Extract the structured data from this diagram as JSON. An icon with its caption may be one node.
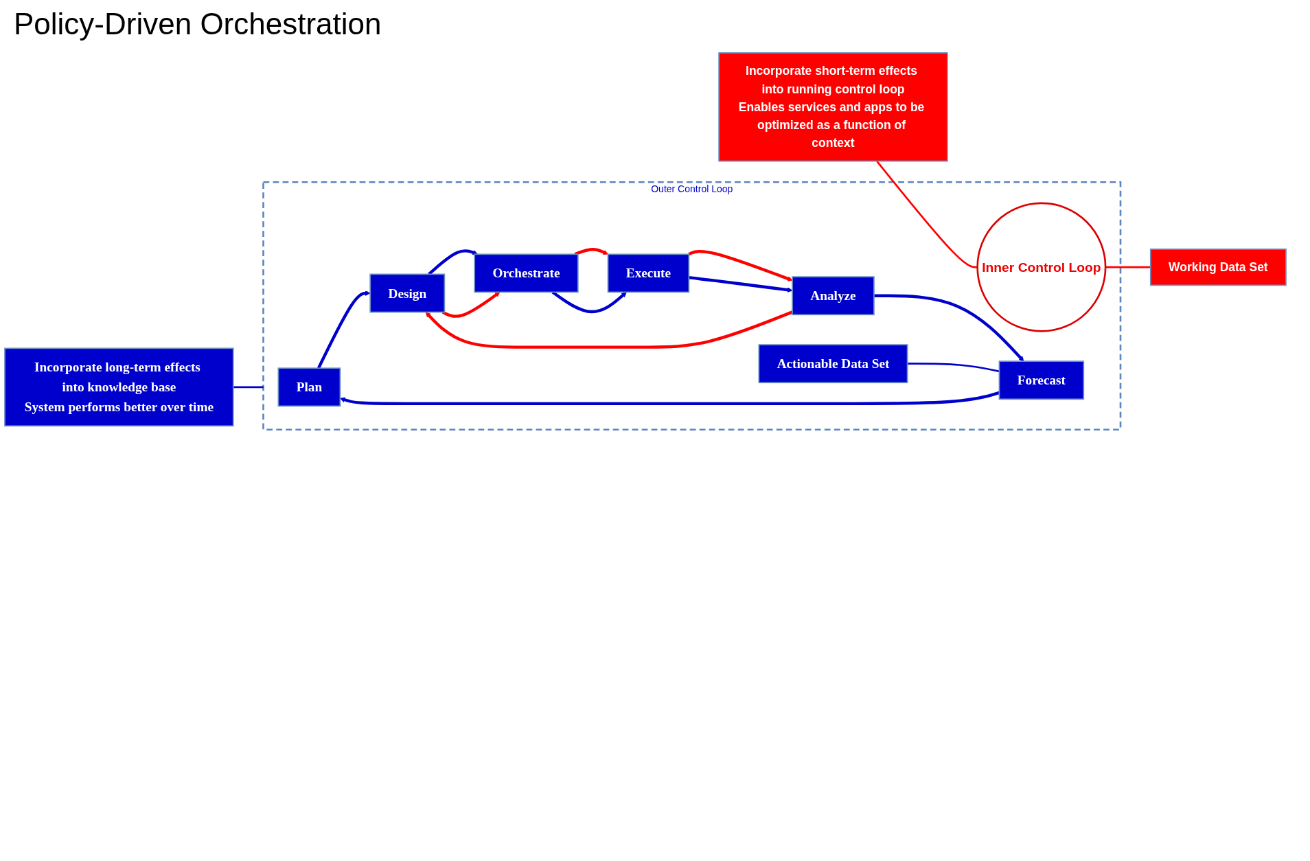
{
  "diagram": {
    "title": "Policy-Driven Orchestration",
    "nodes": [
      {
        "text": [
          "Outer Control Loop"
        ]
      },
      {
        "text": [
          "Plan"
        ],
        "in": 0
      },
      {
        "text": [
          "Design"
        ],
        "in": 0
      },
      {
        "text": [
          "Orchestrate"
        ],
        "in": 0
      },
      {
        "text": [
          "Actionable Data Set"
        ],
        "in": 0
      },
      {
        "text": [
          "Inner Control Loop"
        ],
        "in": 0
      },
      {
        "text": [
          "Forecast"
        ],
        "in": 0
      },
      {
        "text": [
          "Analyze"
        ],
        "in": 0
      },
      {
        "text": [
          "Execute"
        ],
        "in": 0
      },
      {
        "text": [
          "Incorporate long-term effects into knowledge base",
          "System performs better over time"
        ]
      },
      {
        "text": [
          "Working Data Set"
        ]
      },
      {
        "text": [
          "Incorporate short-term effects into running control loop",
          "Enables services and apps to be optimized as a function of context"
        ]
      }
    ],
    "edges": [
      {
        "from": 1,
        "to": 2,
        "arrow": "to"
      },
      {
        "from": 2,
        "to": 3,
        "arrow": "to"
      },
      {
        "from": 2,
        "to": 3,
        "arrow": "to",
        "color": "#ff0000"
      },
      {
        "from": 3,
        "to": 8,
        "arrow": "to",
        "color": "#ff0000"
      },
      {
        "from": 3,
        "to": 8,
        "arrow": "to"
      },
      {
        "from": 8,
        "to": 7,
        "arrow": "to",
        "color": "#ff0000"
      },
      {
        "from": 8,
        "to": 7,
        "arrow": "to"
      },
      {
        "from": 7,
        "to": 6,
        "arrow": "to"
      },
      {
        "from": 7,
        "to": 2,
        "arrow": "to",
        "color": "#ff0000"
      },
      {
        "from": 6,
        "to": 1,
        "arrow": "to"
      },
      {
        "from": 4,
        "to": 6,
        "arrow": "none"
      },
      {
        "from": 9,
        "to": 0,
        "arrow": "none"
      },
      {
        "from": 10,
        "to": 5,
        "arrow": "none",
        "color": "#ff0000"
      },
      {
        "from": 11,
        "to": 5,
        "arrow": "none",
        "color": "#ff0000"
      }
    ]
  }
}
